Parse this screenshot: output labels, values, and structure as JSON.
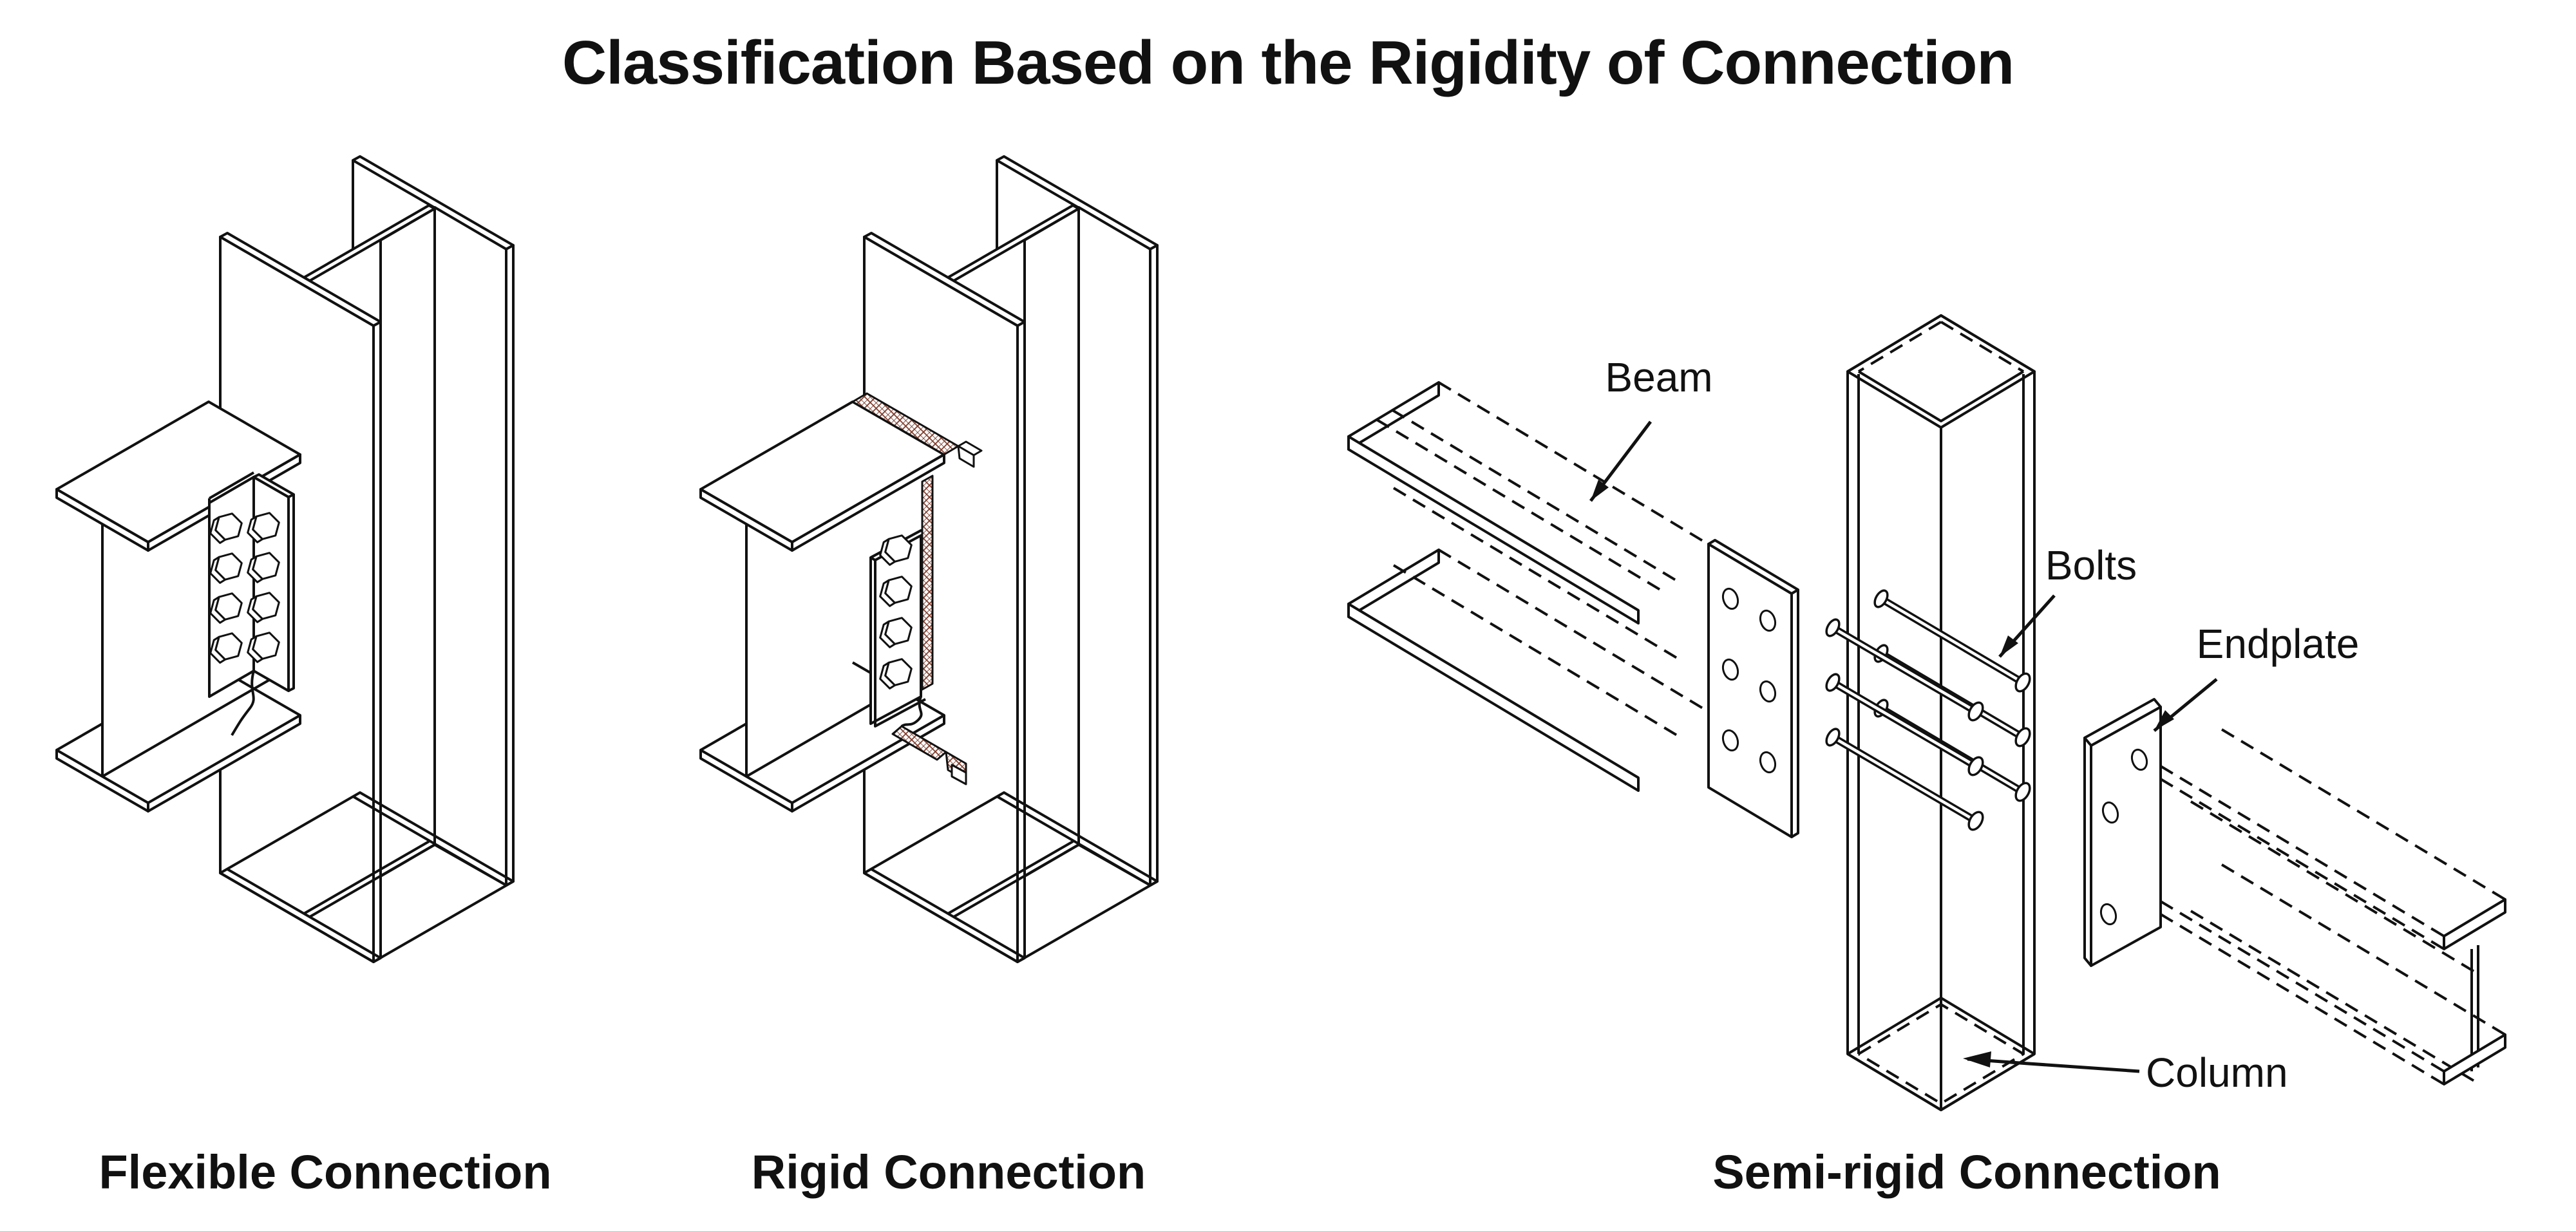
{
  "title": "Classification Based on the Rigidity of Connection",
  "diagrams": {
    "flexible": {
      "caption": "Flexible Connection"
    },
    "rigid": {
      "caption": "Rigid Connection"
    },
    "semi_rigid": {
      "caption": "Semi-rigid Connection",
      "callouts": {
        "beam": "Beam",
        "bolts": "Bolts",
        "endplate": "Endplate",
        "column": "Column"
      }
    }
  },
  "style": {
    "line_color": "#111111",
    "weld_hatch_color": "#7d3b2b",
    "background": "#ffffff"
  }
}
